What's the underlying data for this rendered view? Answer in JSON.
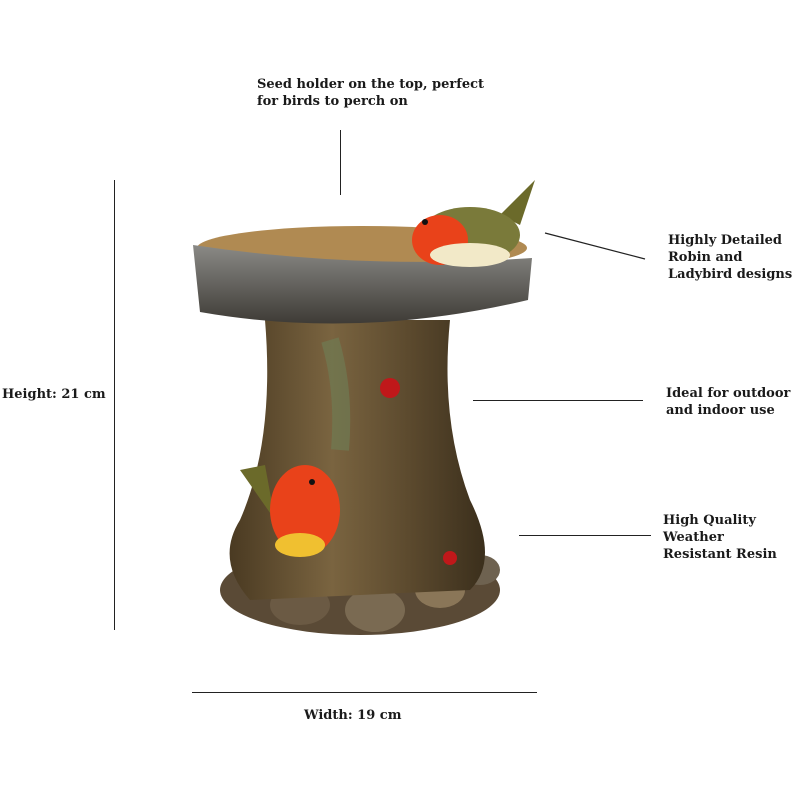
{
  "annotations": {
    "seed_holder": "Seed holder on the top, perfect for birds to perch on",
    "robin_ladybird": "Highly Detailed Robin and Ladybird designs",
    "outdoor_indoor": "Ideal for outdoor and indoor use",
    "resin": "High Quality Weather Resistant Resin"
  },
  "dimensions": {
    "height": "Height: 21 cm",
    "width": "Width: 19 cm"
  }
}
